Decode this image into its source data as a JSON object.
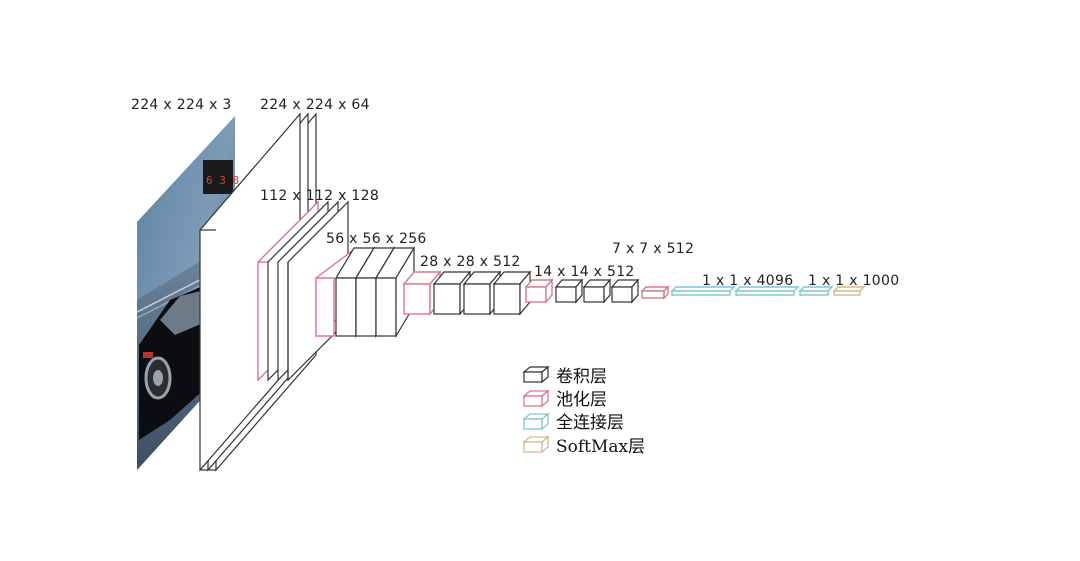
{
  "labels": {
    "input": "224 x 224 x 3",
    "conv1": "224 x 224 x 64",
    "conv2": "112 x 112 x 128",
    "conv3": "56 x 56 x 256",
    "conv4": "28 x 28 x 512",
    "conv5": "14 x 14 x 512",
    "pool5": "7 x 7 x 512",
    "fc": "1 x 1 x 4096",
    "softmax": "1 x 1 x 1000"
  },
  "legend": {
    "conv": "卷积层",
    "pool": "池化层",
    "fc": "全连接层",
    "softmax": "SoftMax层"
  },
  "image_panel": {
    "scoreboard": "6 3 8"
  },
  "colors": {
    "conv": "#333333",
    "pool": "#d9798c",
    "fc": "#7ec6d4",
    "softmax": "#d4b98a"
  }
}
